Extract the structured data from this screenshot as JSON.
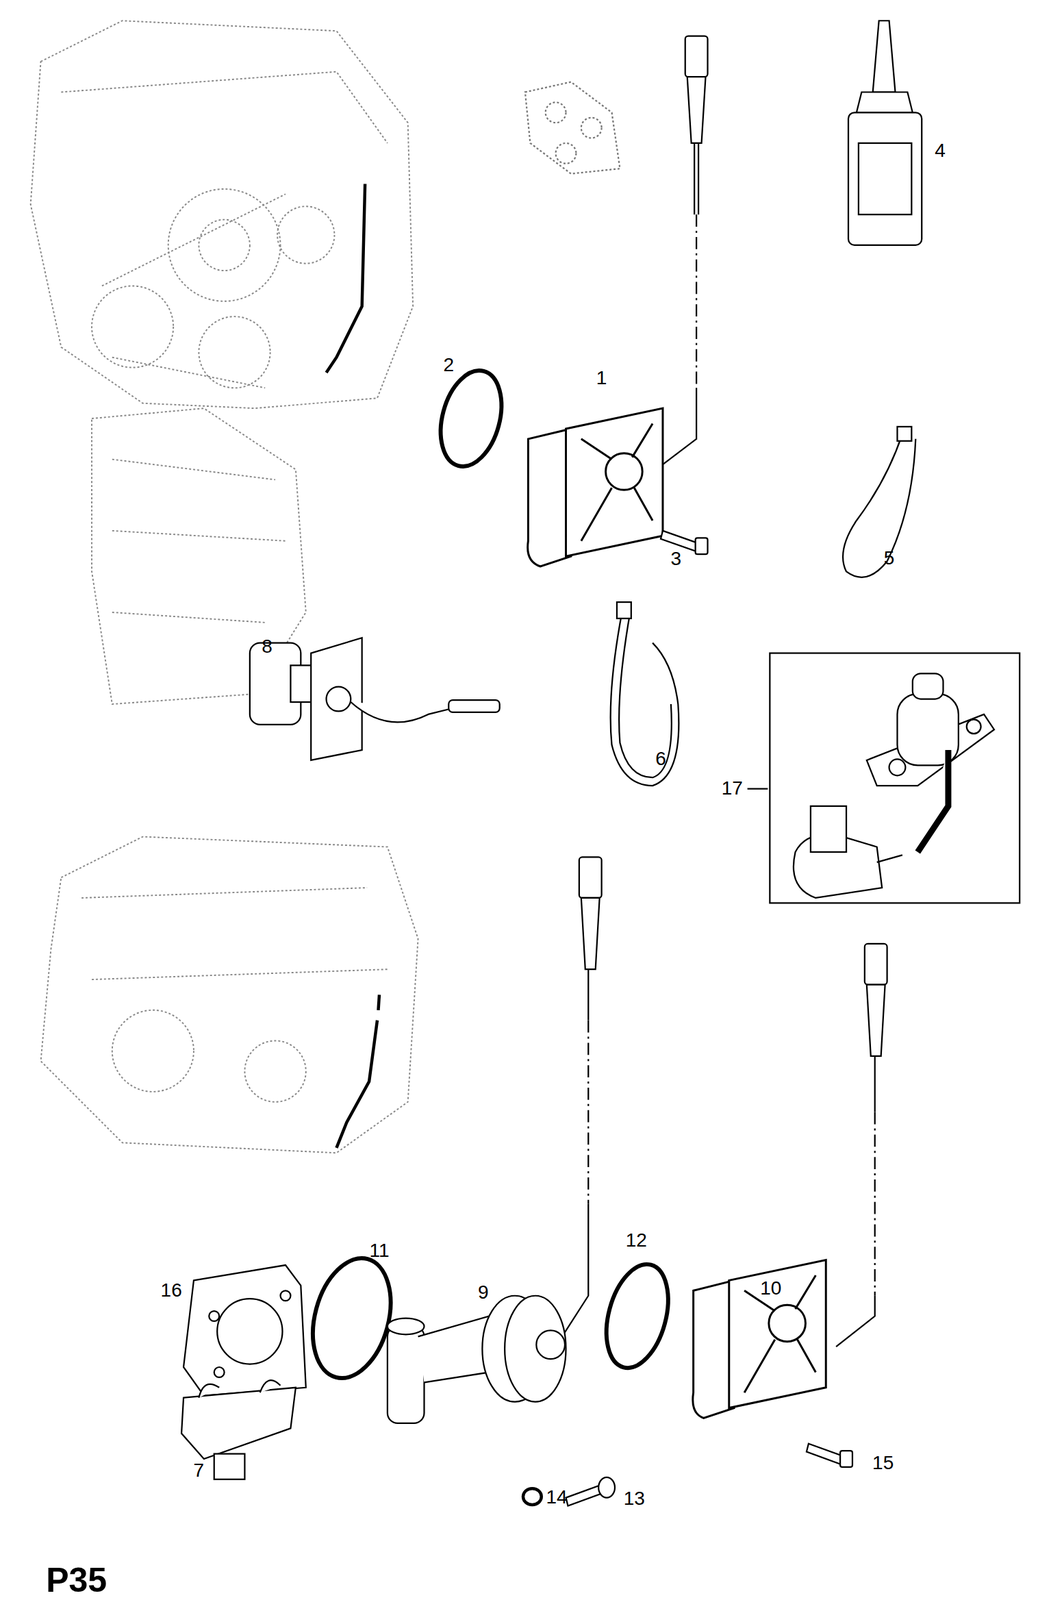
{
  "diagram": {
    "labels": [
      "4",
      "2",
      "1",
      "3",
      "5",
      "8",
      "6",
      "17",
      "11",
      "12",
      "9",
      "10",
      "16",
      "15",
      "7",
      "14",
      "13",
      "P35"
    ]
  }
}
